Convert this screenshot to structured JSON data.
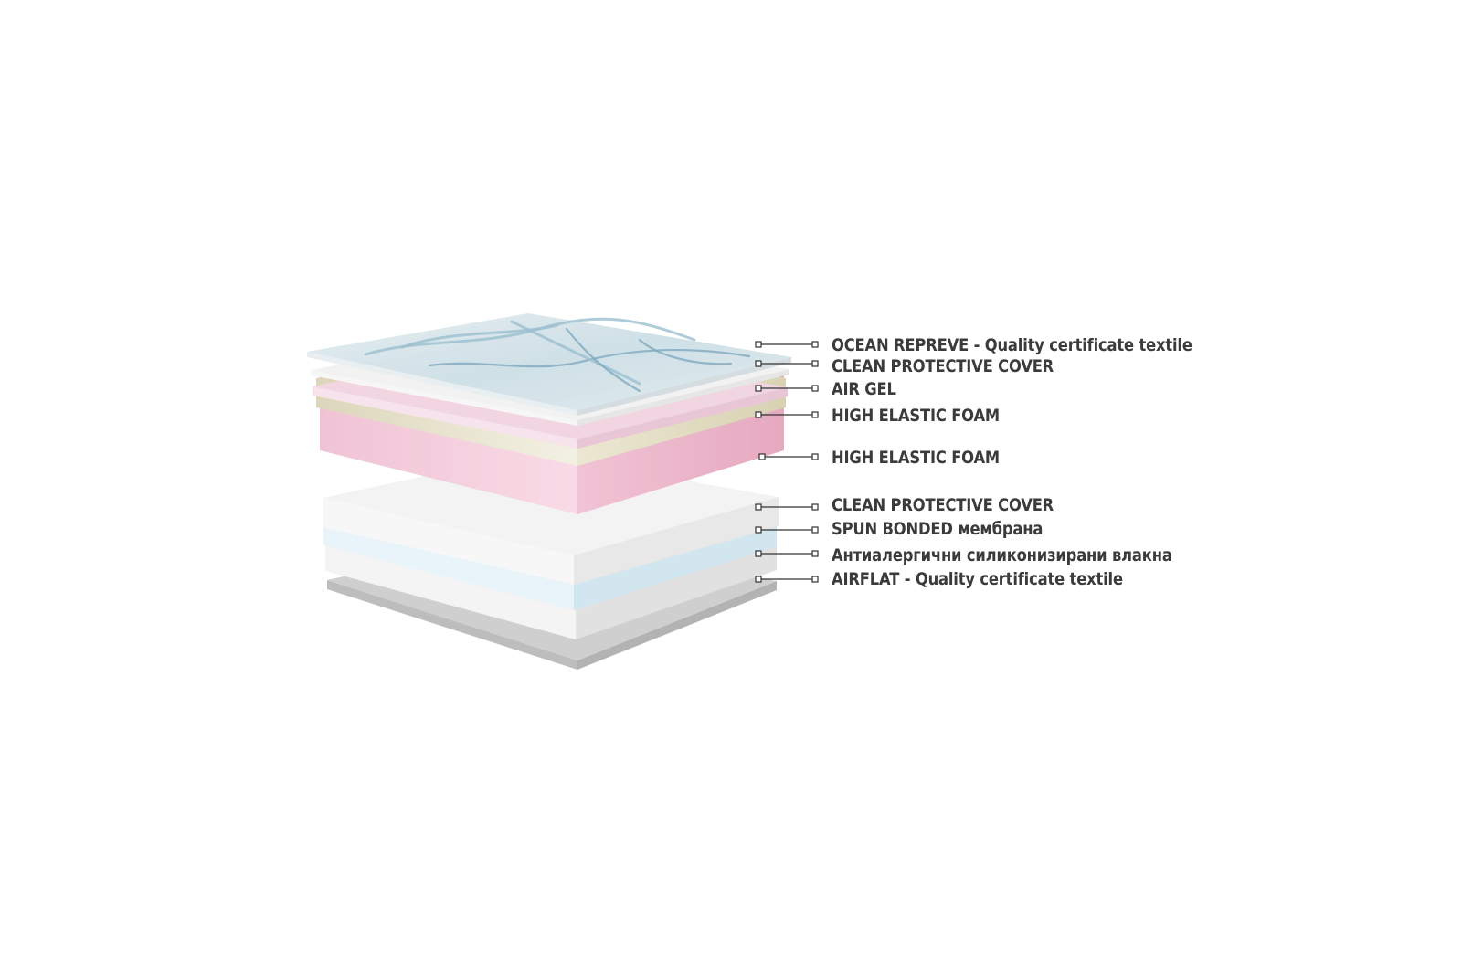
{
  "colors": {
    "label_text": "#3b3b3b",
    "leader_line": "#333333",
    "background": "#ffffff"
  },
  "layers": [
    {
      "name": "ocean-repreve",
      "label_main": "OCEAN REPREVE",
      "label_sub": " - Quality certificate textile",
      "top": "#dfe8ec",
      "front": "#e9eef0",
      "side": "#d6dde0",
      "pattern": "marble"
    },
    {
      "name": "clean-protective-cover-top",
      "label_main": "CLEAN PROTECTIVE COVER",
      "label_sub": "",
      "top": "#f2f2f2",
      "front": "#f6f6f6",
      "side": "#e6e6e6",
      "pattern": "none"
    },
    {
      "name": "air-gel",
      "label_main": "AIR GEL",
      "label_sub": "",
      "top": "#f1d6e2",
      "front": "#f6e3ec",
      "side": "#e9c6d5",
      "pattern": "none"
    },
    {
      "name": "high-elastic-foam-1",
      "label_main": "HIGH ELASTIC FOAM",
      "label_sub": "",
      "top": "#ddd6b6",
      "front": "#ece9d6",
      "side": "#d6cfaf",
      "pattern": "none"
    },
    {
      "name": "high-elastic-foam-2",
      "label_main": "HIGH ELASTIC FOAM",
      "label_sub": "",
      "top": "#e9a9c1",
      "front": "#f6d2df",
      "side": "#e7b3c6",
      "pattern": "none"
    },
    {
      "name": "clean-protective-cover-bottom",
      "label_main": "CLEAN PROTECTIVE COVER",
      "label_sub": "",
      "top": "#f3f3f3",
      "front": "#f7f7f7",
      "side": "#e8e8e8",
      "pattern": "none"
    },
    {
      "name": "spun-bonded",
      "label_main": "SPUN BONDED",
      "label_sub": " мембрана",
      "top": "#dceef7",
      "front": "#e8f4fa",
      "side": "#d2e6f0",
      "pattern": "none"
    },
    {
      "name": "antiallergic-fibers",
      "label_main": "",
      "label_sub": "Антиалергични силиконизирани влакна",
      "top": "#ececec",
      "front": "#f4f4f4",
      "side": "#e1e1e1",
      "pattern": "none"
    },
    {
      "name": "airflat",
      "label_main": "AIRFLAT",
      "label_sub": " - Quality certificate textile",
      "top": "#cfcfcf",
      "front": "#bdbdbd",
      "side": "#b3b3b3",
      "pattern": "none"
    }
  ]
}
